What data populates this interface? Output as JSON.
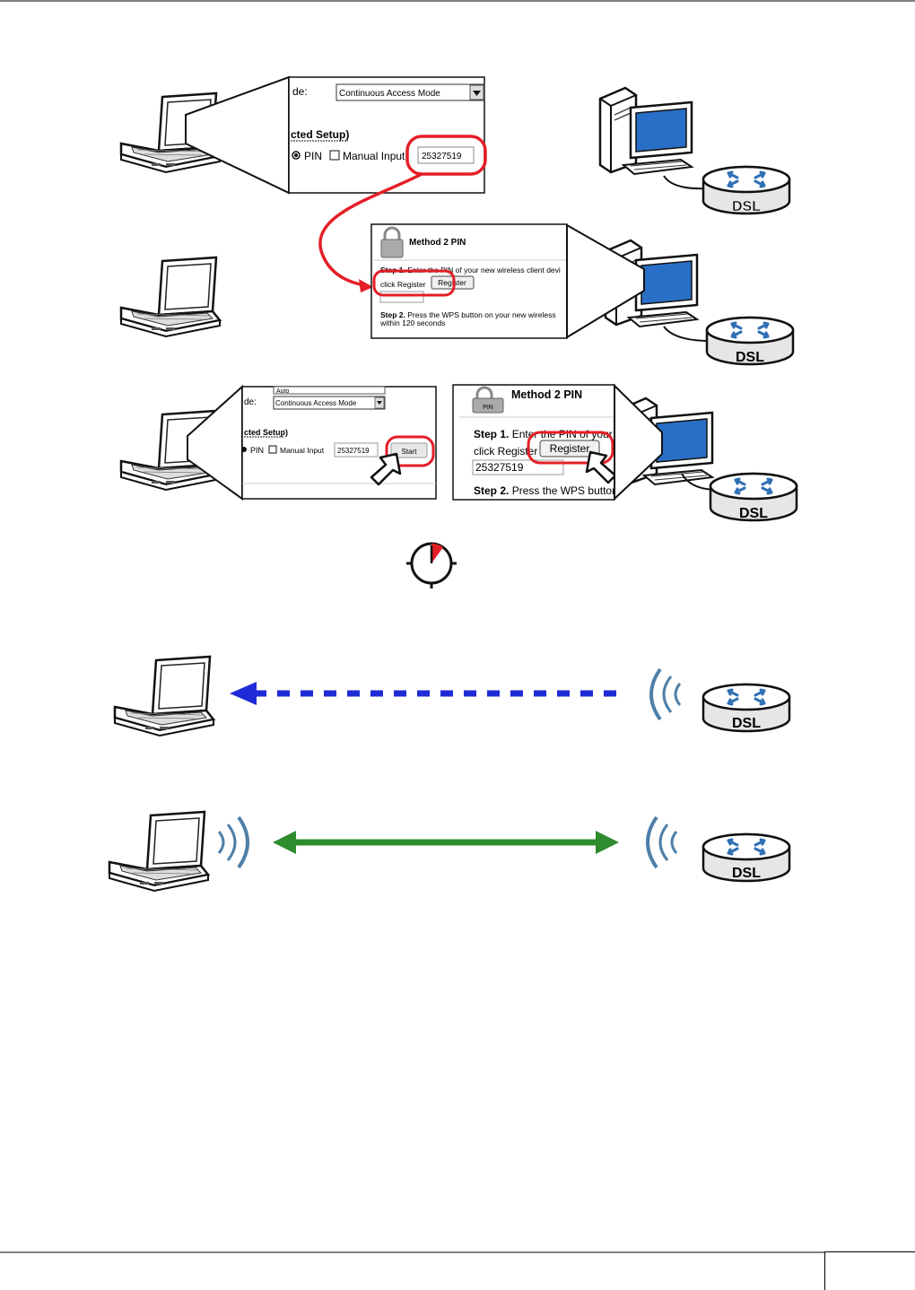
{
  "icons": {
    "laptop": "laptop-icon",
    "computer": "desktop-computer-icon",
    "router": "dsl-router-icon",
    "timer": "timer-icon",
    "pointer": "mouse-pointer-icon",
    "lock": "lock-icon",
    "pin": "pin-icon",
    "wifi": "wireless-waves-icon"
  },
  "colors": {
    "highlight": "#e41e26",
    "discovery_arrow": "#1f2bd6",
    "connection_arrow": "#2e8b2e",
    "router_blue": "#2f6fb5"
  },
  "router_label": "DSL",
  "client_panel": {
    "mode_label": "de:",
    "mode_value": "Continuous Access Mode",
    "setup_label": "cted Setup)",
    "pin_label": "PIN",
    "manual_input_label": "Manual Input",
    "pin_value": "25327519",
    "start_label": "Start",
    "auto_value": "Auto"
  },
  "ap_panel": {
    "title": "Method 2 PIN",
    "step1_bold": "Step 1.",
    "step1_text": "Enter the PIN of your new wireless client devi",
    "step1_short": "Enter the PIN of your n",
    "click_register": "click Register",
    "register_label": "Register",
    "pin_value": "25327519",
    "step2_bold": "Step 2.",
    "step2_text": "Press the WPS button on your new wireless",
    "step2_short": "Press the WPS button",
    "step2_line2": "within 120 seconds"
  }
}
